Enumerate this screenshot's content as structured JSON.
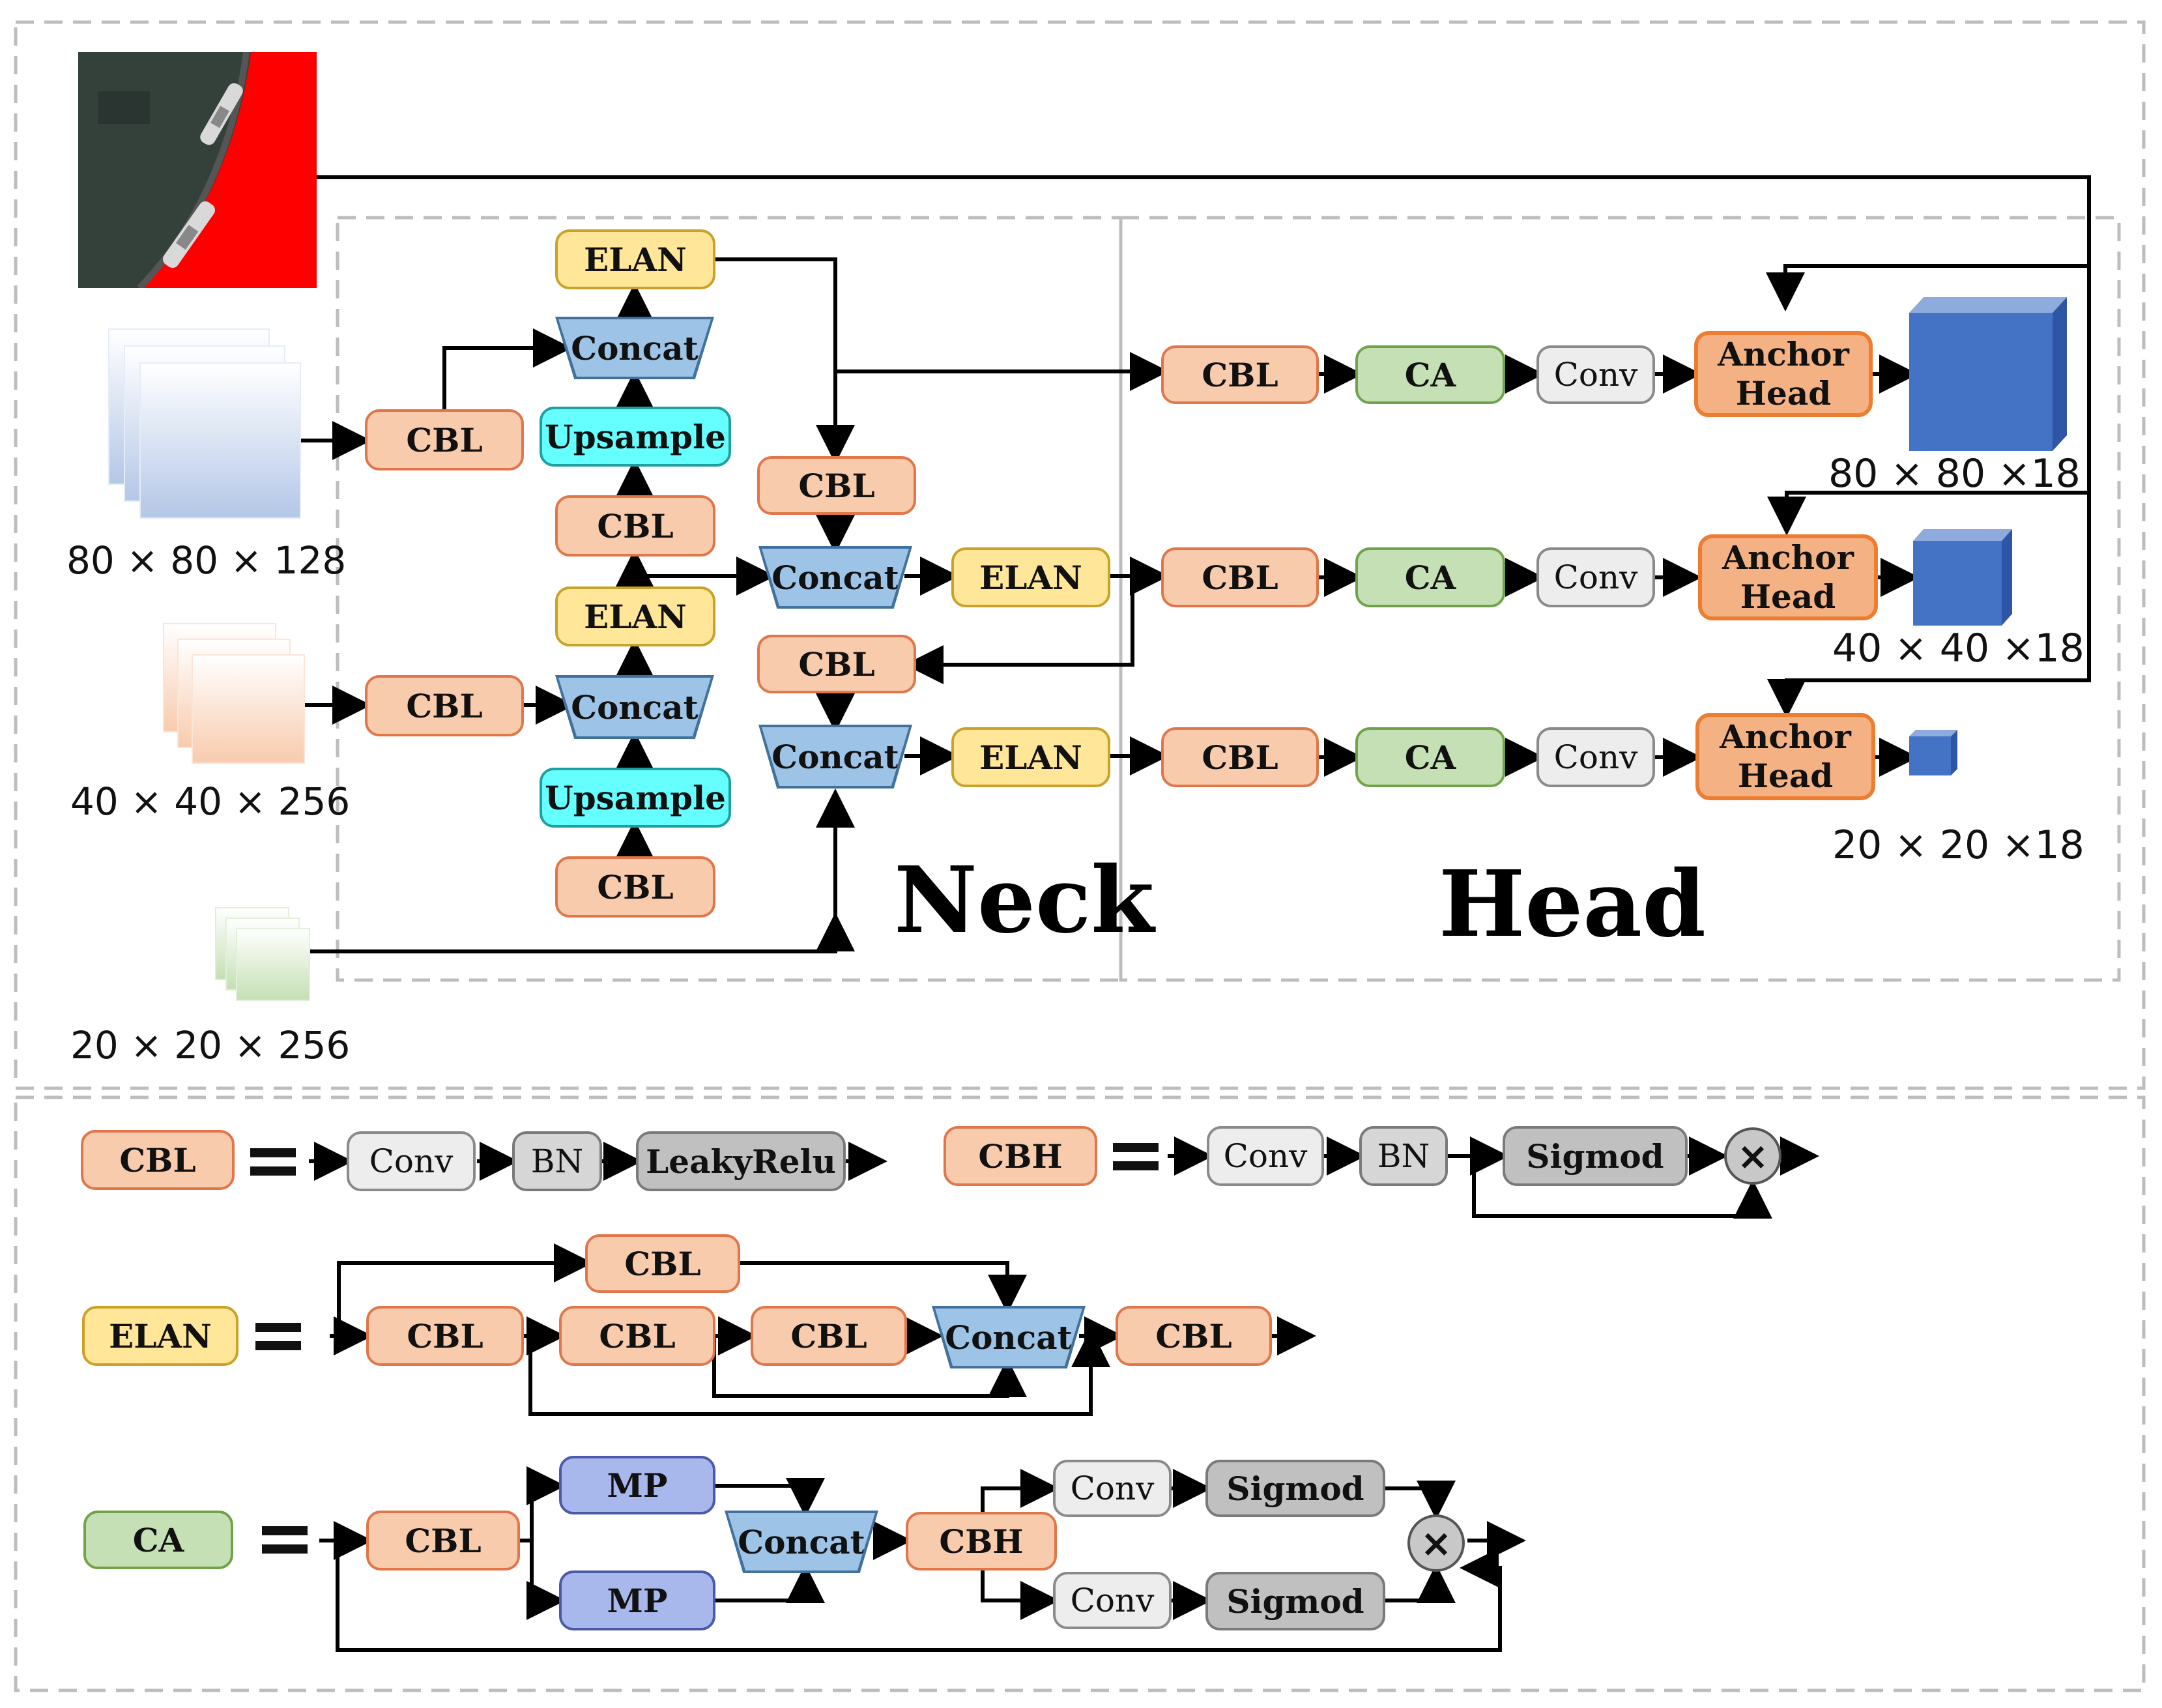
{
  "labels": {
    "cbl": "CBL",
    "elan": "ELAN",
    "concat": "Concat",
    "upsample": "Upsample",
    "ca": "CA",
    "conv": "Conv",
    "anchor_head_line1": "Anchor",
    "anchor_head_line2": "Head",
    "bn": "BN",
    "leaky_relu": "LeakyRelu",
    "cbh": "CBH",
    "sigmod": "Sigmod",
    "mp": "MP",
    "multiply": "×"
  },
  "sections": {
    "neck": "Neck",
    "head": "Head"
  },
  "inputs": [
    {
      "dims": "80 × 80 × 128",
      "color": "#b4c7e7"
    },
    {
      "dims": "40 × 40 × 256",
      "color": "#f8cbad"
    },
    {
      "dims": "20 × 20 × 256",
      "color": "#c5e0b4"
    }
  ],
  "outputs": [
    {
      "dims": "80 × 80 ×18"
    },
    {
      "dims": "40 × 40 ×18"
    },
    {
      "dims": "20 × 20 ×18"
    }
  ],
  "colors": {
    "cbl": "#f8cbad",
    "elan": "#ffe699",
    "ca": "#c5e0b4",
    "concat": "#9dc3e6",
    "upsample": "#66ffff",
    "anchor_head": "#f4b183",
    "output_cube": "#4472c4",
    "mask_region": "#ff0000"
  }
}
